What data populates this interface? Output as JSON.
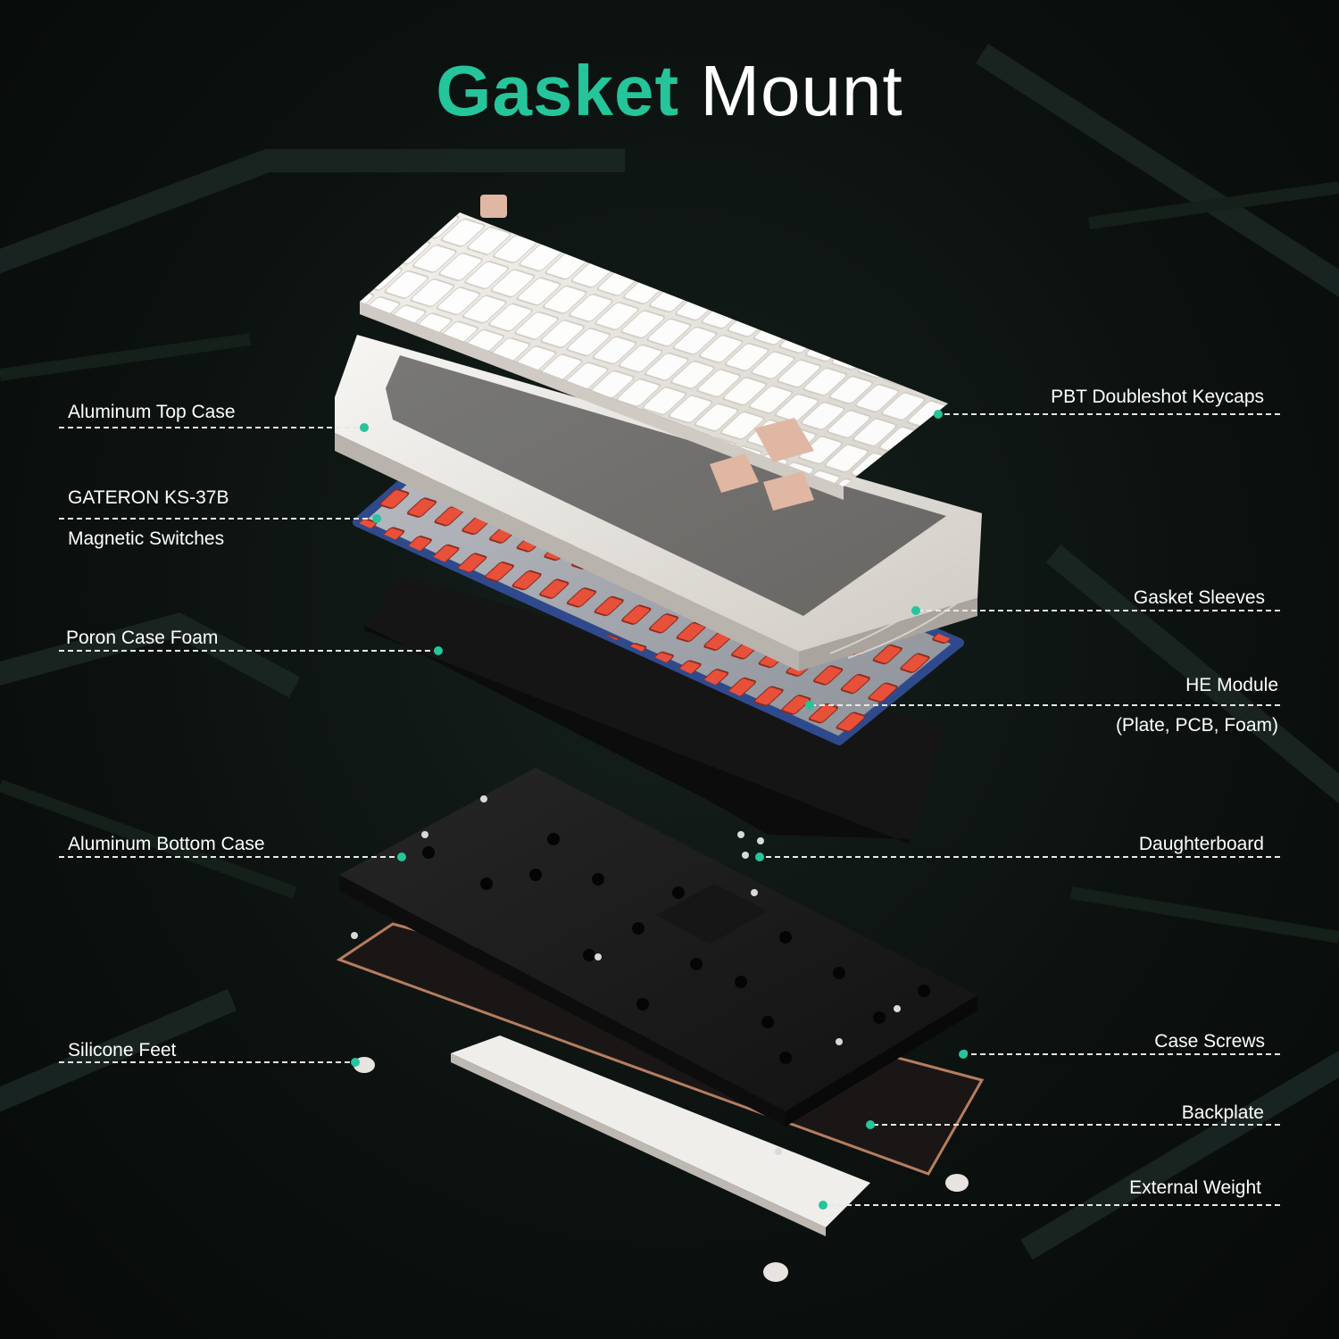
{
  "title": {
    "accent": "Gasket",
    "rest": "Mount"
  },
  "colors": {
    "accent": "#26c49a",
    "text": "#ffffff",
    "keycap": "#eeebe6",
    "keycap_accent": "#e0b7a3",
    "switch": "#e8503a",
    "plate": "#2f4a8c",
    "case_dark": "#1c1c1c"
  },
  "callouts": {
    "left": [
      {
        "id": "aluminum-top-case",
        "lines": [
          "Aluminum Top Case"
        ]
      },
      {
        "id": "gateron-switches",
        "lines": [
          "GATERON KS-37B",
          "Magnetic Switches"
        ]
      },
      {
        "id": "poron-case-foam",
        "lines": [
          "Poron Case Foam"
        ]
      },
      {
        "id": "aluminum-bottom-case",
        "lines": [
          "Aluminum Bottom Case"
        ]
      },
      {
        "id": "silicone-feet",
        "lines": [
          "Silicone Feet"
        ]
      }
    ],
    "right": [
      {
        "id": "pbt-keycaps",
        "lines": [
          "PBT Doubleshot Keycaps"
        ]
      },
      {
        "id": "gasket-sleeves",
        "lines": [
          "Gasket Sleeves"
        ]
      },
      {
        "id": "he-module",
        "lines": [
          "HE Module",
          "(Plate, PCB, Foam)"
        ]
      },
      {
        "id": "daughterboard",
        "lines": [
          "Daughterboard"
        ]
      },
      {
        "id": "case-screws",
        "lines": [
          "Case Screws"
        ]
      },
      {
        "id": "backplate",
        "lines": [
          "Backplate"
        ]
      },
      {
        "id": "external-weight",
        "lines": [
          "External Weight"
        ]
      }
    ]
  }
}
